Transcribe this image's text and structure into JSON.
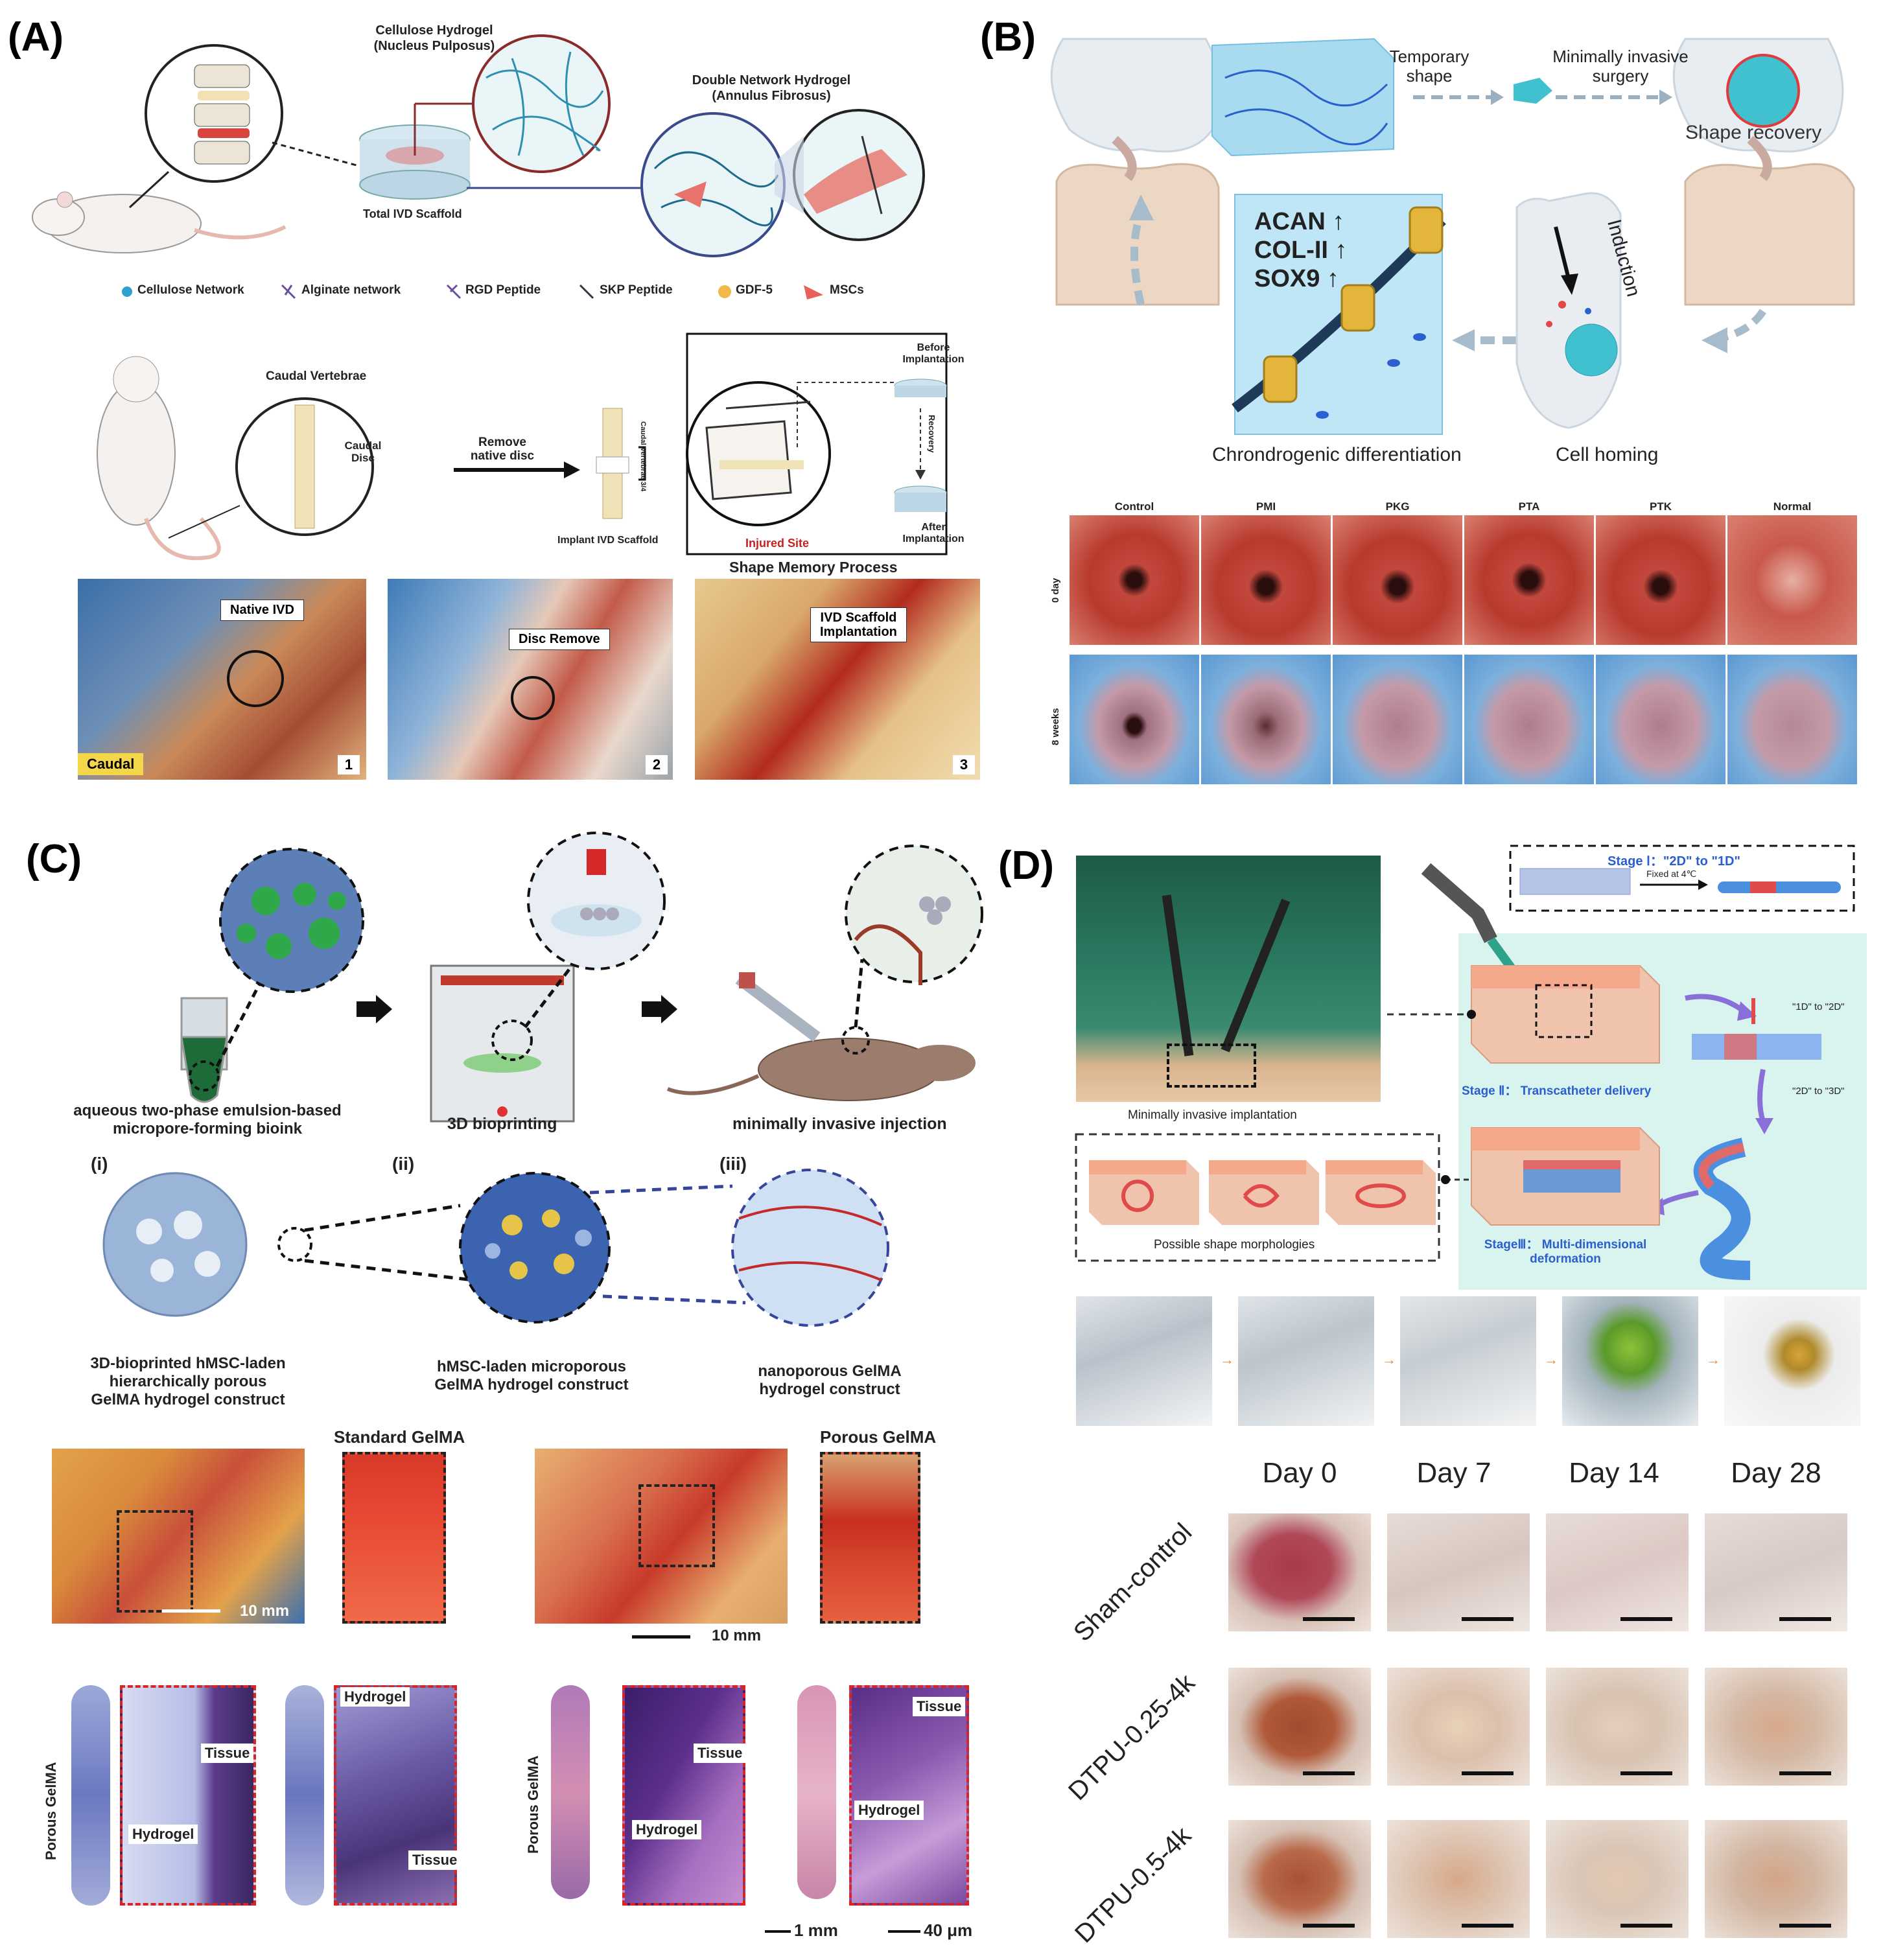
{
  "panel_labels": {
    "a": "(A)",
    "b": "(B)",
    "c": "(C)",
    "d": "(D)"
  },
  "panel_a": {
    "cellulose_hydrogel": "Cellulose Hydrogel",
    "nucleus_pulposus": "(Nucleus Pulposus)",
    "double_network": "Double Network Hydrogel",
    "annulus_fibrosus": "(Annulus Fibrosus)",
    "total_ivd_scaffold": "Total IVD Scaffold",
    "legend": [
      "Cellulose Network",
      "Alginate network",
      "RGD  Peptide",
      "SKP  Peptide",
      "GDF-5",
      "MSCs"
    ],
    "caudal_vertebrae": "Caudal Vertebrae",
    "caudal_disc": "Caudal\nDisc",
    "remove_native_disc": "Remove\nnative disc",
    "caudal_vertebrae_34": "Caudal Vertebrae 3/4",
    "implant_ivd_scaffold": "Implant IVD Scaffold",
    "before_implantation": "Before\nImplantation",
    "recovery": "Recovery",
    "after_implantation": "After\nImplantation",
    "injured_site": "Injured Site",
    "shape_memory_process": "Shape Memory Process",
    "photo_labels": [
      "Native IVD",
      "Disc Remove",
      "IVD Scaffold\nImplantation"
    ],
    "caudal_tag": "Caudal",
    "photo_numbers": [
      "1",
      "2",
      "3"
    ]
  },
  "panel_b": {
    "temporary_shape": "Temporary\nshape",
    "minimally_invasive_surgery": "Minimally invasive\nsurgery",
    "shape_recovery": "Shape recovery",
    "genes": [
      "ACAN ↑",
      "COL-II ↑",
      "SOX9 ↑"
    ],
    "induction": "Induction",
    "chondrogenic_differentiation": "Chrondrogenic differentiation",
    "cell_homing": "Cell homing",
    "groups": [
      "Control",
      "PMI",
      "PKG",
      "PTA",
      "PTK",
      "Normal"
    ],
    "row_labels": [
      "0 day",
      "8 weeks"
    ]
  },
  "panel_c": {
    "bioink": "aqueous two-phase emulsion-based\nmicropore-forming bioink",
    "bioprinting": "3D bioprinting",
    "injection": "minimally invasive injection",
    "roman": [
      "(i)",
      "(ii)",
      "(iii)"
    ],
    "construct_i": "3D-bioprinted hMSC-laden\nhierarchically porous\nGelMA hydrogel construct",
    "construct_ii": "hMSC-laden microporous\nGelMA hydrogel construct",
    "construct_iii": "nanoporous GelMA\nhydrogel construct",
    "standard_gelma": "Standard GelMA",
    "porous_gelma": "Porous GelMA",
    "scale_10mm": "10 mm",
    "side_label": "Porous GelMA",
    "tissue": "Tissue",
    "hydrogel": "Hydrogel",
    "scale_1mm": "1 mm",
    "scale_40um": "40 μm"
  },
  "panel_d": {
    "stage1": "Stage Ⅰ：\"2D\" to \"1D\"",
    "fixed": "Fixed at 4℃",
    "stage2": "Stage Ⅱ：  Transcatheter delivery",
    "one_to_two": "\"1D\" to \"2D\"",
    "two_to_three": "\"2D\" to \"3D\"",
    "stage3": "StageⅢ：  Multi-dimensional\ndeformation",
    "minimally_invasive_implantation": "Minimally invasive implantation",
    "possible_shapes": "Possible shape morphologies",
    "days": [
      "Day 0",
      "Day 7",
      "Day 14",
      "Day 28"
    ],
    "groups": [
      "Sham-control",
      "DTPU-0.25-4k",
      "DTPU-0.5-4k"
    ]
  },
  "colors": {
    "tissue_red": "#c0392b",
    "dash_red": "#dd2222",
    "he_purple": "#7a4fa0",
    "stage_blue": "#2a5fd0"
  }
}
